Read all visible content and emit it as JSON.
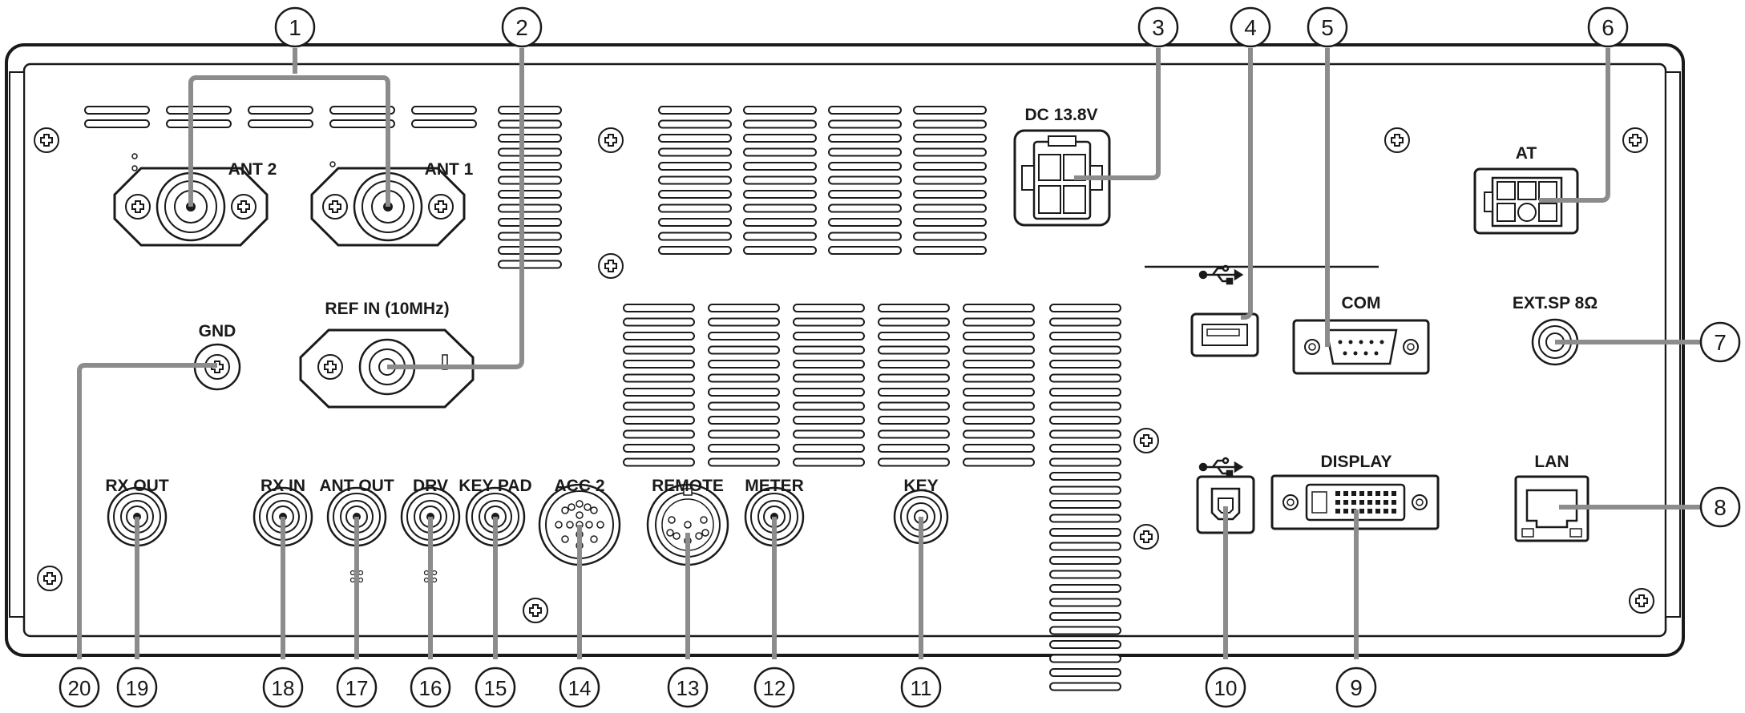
{
  "labels": {
    "ant2": "ANT 2",
    "ant1": "ANT 1",
    "ref_in": "REF IN (10MHz)",
    "gnd": "GND",
    "dc": "DC 13.8V",
    "at": "AT",
    "com": "COM",
    "ext_sp": "EXT.SP 8Ω",
    "display": "DISPLAY",
    "lan": "LAN",
    "rx_out": "RX OUT",
    "rx_in": "RX IN",
    "ant_out": "ANT OUT",
    "drv": "DRV",
    "key_pad": "KEY PAD",
    "acc2": "ACC 2",
    "remote": "REMOTE",
    "meter": "METER",
    "key": "KEY"
  },
  "callouts": {
    "c1": "1",
    "c2": "2",
    "c3": "3",
    "c4": "4",
    "c5": "5",
    "c6": "6",
    "c7": "7",
    "c8": "8",
    "c9": "9",
    "c10": "10",
    "c11": "11",
    "c12": "12",
    "c13": "13",
    "c14": "14",
    "c15": "15",
    "c16": "16",
    "c17": "17",
    "c18": "18",
    "c19": "19",
    "c20": "20"
  },
  "colors": {
    "line": "#1a1a1a",
    "leader": "#8c8c8c",
    "fill": "#ffffff"
  },
  "icons": {
    "usb": "usb-icon",
    "screw": "screw-icon"
  }
}
